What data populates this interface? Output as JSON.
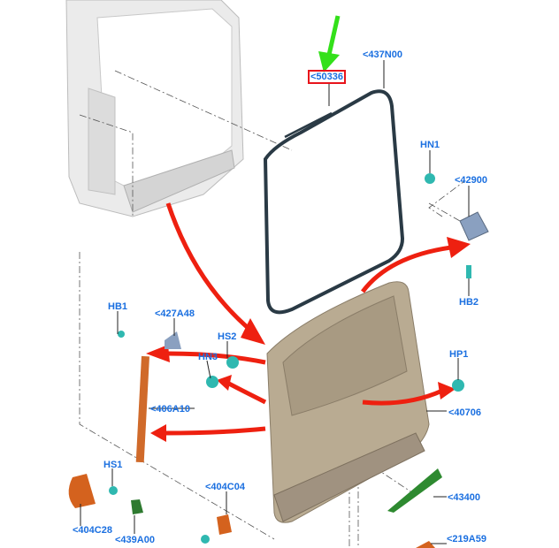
{
  "labels": {
    "seal": "<50336",
    "weatherstrip": "<437N00",
    "hn1": "HN1",
    "hinge": "<42900",
    "hb2": "HB2",
    "hb1": "HB1",
    "bracket": "<427A48",
    "hs2": "HS2",
    "hn3": "HN3",
    "strut": "<406A10",
    "hp1": "HP1",
    "door": "<40706",
    "hs1": "HS1",
    "bumper_left": "<404C28",
    "bumper_mid": "<404C04",
    "clip": "<439A00",
    "trim": "<43400",
    "handle": "<219A59"
  },
  "colors": {
    "label": "#1a6fe0",
    "highlight": "#e8141b",
    "pointer": "#33e01a",
    "arrow": "#ee2010",
    "door": "#b9ab92",
    "fastener": "#2fb8b0"
  }
}
